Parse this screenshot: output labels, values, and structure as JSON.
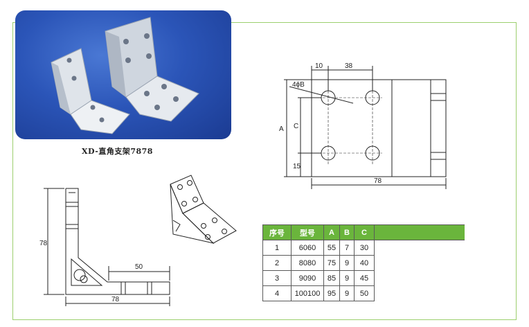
{
  "caption": "XD-直角支架7878",
  "top_drawing": {
    "dim_10": "10",
    "dim_38": "38",
    "dim_4phiB": "4ϕB",
    "dim_A": "A",
    "dim_C": "C",
    "dim_15": "15",
    "dim_78": "78"
  },
  "side_drawing": {
    "dim_78_vertical": "78",
    "dim_50": "50",
    "dim_78_horizontal": "78"
  },
  "table": {
    "headers": [
      "序号",
      "型号",
      "A",
      "B",
      "C"
    ],
    "rows": [
      [
        "1",
        "6060",
        "55",
        "7",
        "30"
      ],
      [
        "2",
        "8080",
        "75",
        "9",
        "40"
      ],
      [
        "3",
        "9090",
        "85",
        "9",
        "45"
      ],
      [
        "4",
        "100100",
        "95",
        "9",
        "50"
      ]
    ]
  },
  "colors": {
    "frame_green": "#9ccf6e",
    "header_green": "#6ab53c",
    "photo_blue": "#2b55b8"
  }
}
